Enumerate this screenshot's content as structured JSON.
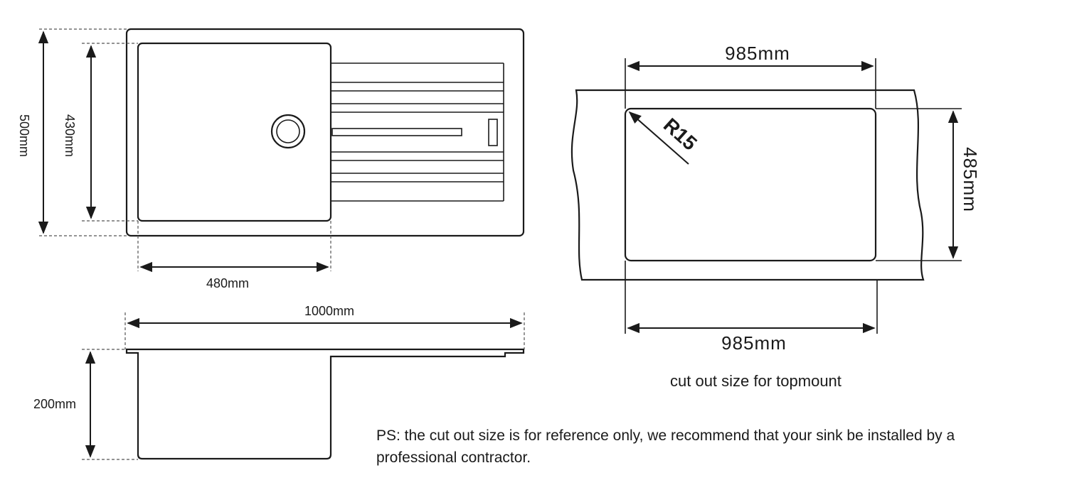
{
  "plan_view": {
    "overall_depth_label": "500mm",
    "bowl_depth_label": "430mm",
    "bowl_width_label": "480mm"
  },
  "side_view": {
    "overall_width_label": "1000mm",
    "bowl_height_label": "200mm"
  },
  "cutout": {
    "top_width_label": "985mm",
    "bottom_width_label": "985mm",
    "depth_label": "485mm",
    "corner_radius_label": "R15",
    "caption": "cut out size for topmount"
  },
  "note": {
    "text": "PS: the cut out size is for reference only, we recommend that your sink be installed by a professional contractor."
  }
}
